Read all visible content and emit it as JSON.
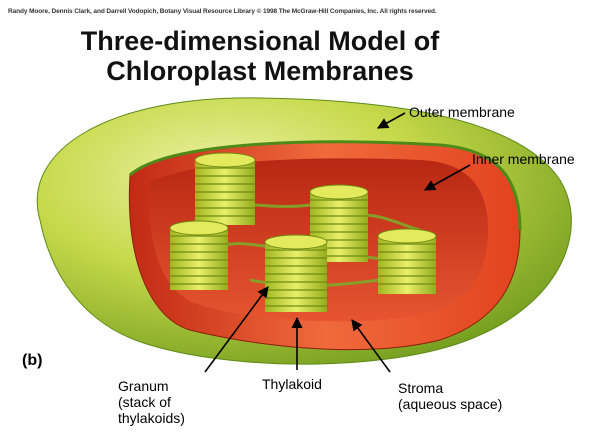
{
  "credit": "Randy Moore, Dennis Clark, and Darrell Vodopich, Botany Visual Resource Library © 1998 The McGraw-Hill Companies, Inc. All rights reserved.",
  "title": {
    "line1": "Three-dimensional Model of",
    "line2": "Chloroplast Membranes"
  },
  "panel_label": "(b)",
  "labels": {
    "outer_membrane": "Outer membrane",
    "inner_membrane": "Inner membrane",
    "granum_line1": "Granum",
    "granum_line2": "(stack of",
    "granum_line3": "thylakoids)",
    "thylakoid": "Thylakoid",
    "stroma_line1": "Stroma",
    "stroma_line2": "(aqueous space)"
  },
  "colors": {
    "outer_membrane": "#b9d23a",
    "inner_membrane": "#e8452a",
    "stroma": "#d83a20",
    "thylakoid": "#d4e03c"
  }
}
